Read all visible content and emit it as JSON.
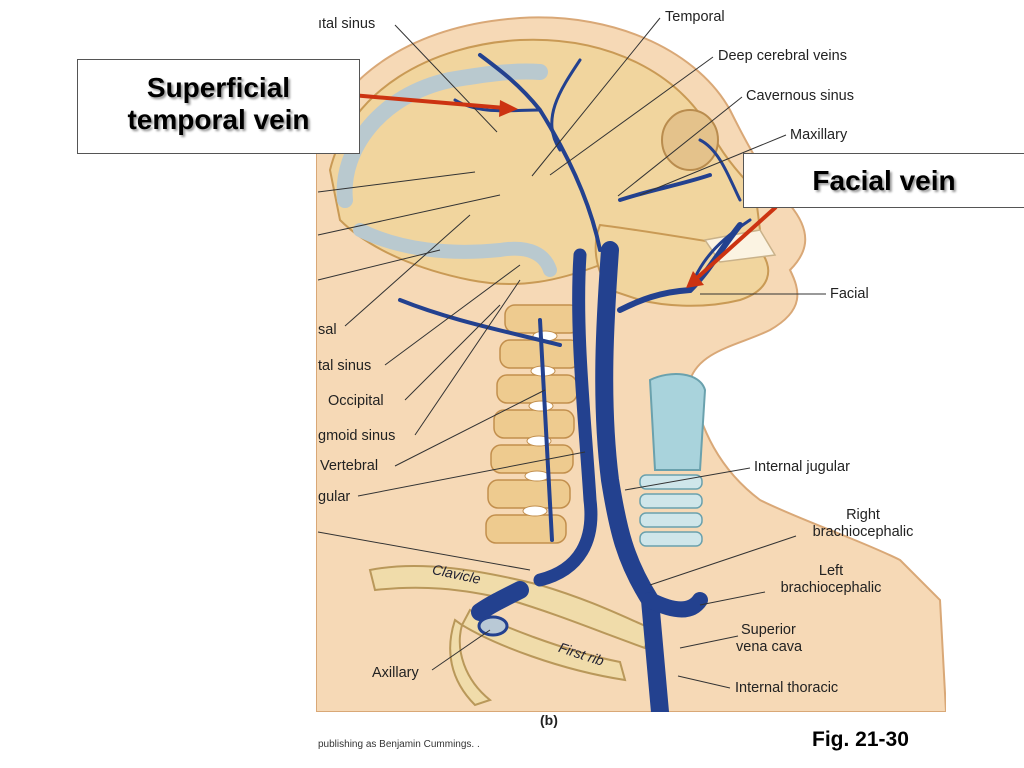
{
  "callouts": {
    "superficial_temporal": [
      "Superficial",
      "temporal vein"
    ],
    "facial": "Facial vein"
  },
  "labels_right": {
    "temporal": "Temporal",
    "deep_cerebral": "Deep cerebral veins",
    "cavernous": "Cavernous sinus",
    "maxillary": "Maxillary",
    "facial": "Facial",
    "internal_jugular": "Internal jugular",
    "right_brachiocephalic": [
      "Right",
      "brachiocephalic"
    ],
    "left_brachiocephalic": [
      "Left",
      "brachiocephalic"
    ],
    "superior_vena_cava": [
      "Superior",
      "vena cava"
    ],
    "internal_thoracic": "Internal thoracic"
  },
  "labels_left": {
    "sagittal_sinus": "ıtal sinus",
    "dorsal": "sal",
    "sinus2": "tal sinus",
    "occipital": "Occipital",
    "sigmoid": "gmoid sinus",
    "vertebral": "Vertebral",
    "jugular": "gular",
    "axillary": "Axillary"
  },
  "bone_labels": {
    "clavicle": "Clavicle",
    "first_rib": "First rib"
  },
  "panel": "(b)",
  "figure": "Fig. 21-30",
  "credit": "publishing as Benjamin Cummings.  ."
}
